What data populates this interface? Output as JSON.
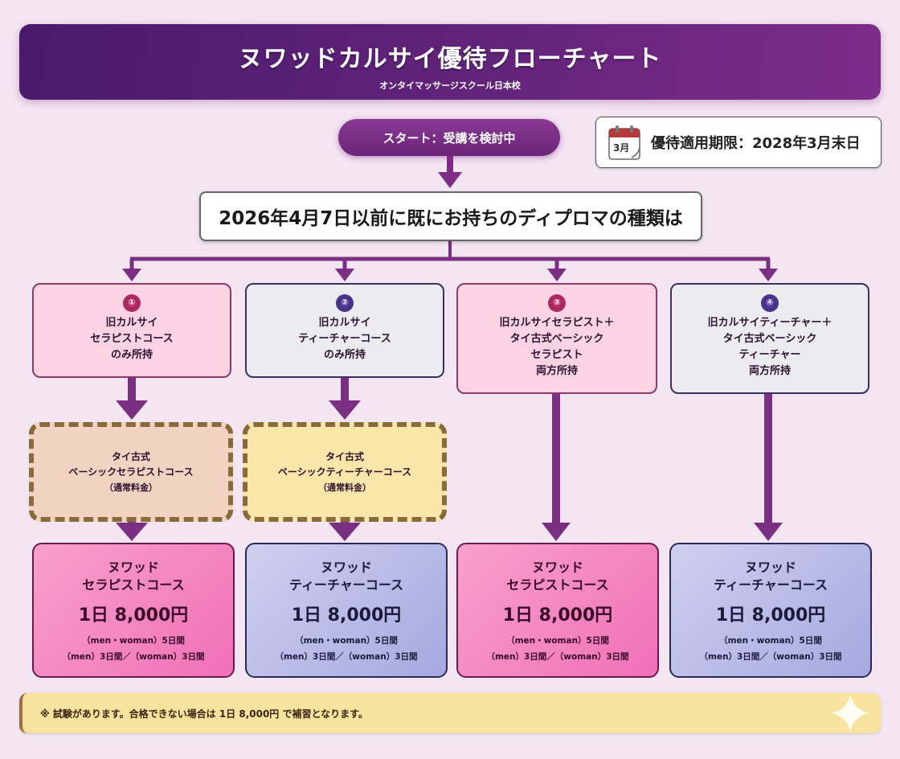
{
  "header": {
    "title": "ヌワッドカルサイ優待フローチャート",
    "subtitle": "オンタイマッサージスクール日本校"
  },
  "start": {
    "label": "スタート：受講を検討中"
  },
  "deadline": {
    "icon": "calendar-icon",
    "calendar_label": "3月",
    "text": "優待適用期限：2028年3月末日"
  },
  "question": {
    "text": "2026年4月7日以前に既にお持ちのディプロマの種類は"
  },
  "options": [
    {
      "badge": "①",
      "lines": [
        "旧カルサイ",
        "セラピストコース",
        "のみ所持"
      ]
    },
    {
      "badge": "②",
      "lines": [
        "旧カルサイ",
        "ティーチャーコース",
        "のみ所持"
      ]
    },
    {
      "badge": "③",
      "lines": [
        "旧カルサイセラピスト＋",
        "タイ古式ベーシック",
        "セラピスト",
        "両方所持"
      ]
    },
    {
      "badge": "④",
      "lines": [
        "旧カルサイティーチャー＋",
        "タイ古式ベーシック",
        "ティーチャー",
        "両方所持"
      ]
    }
  ],
  "basic_courses": [
    {
      "line1": "タイ古式",
      "line2": "ベーシックセラピストコース",
      "note": "（通常料金）"
    },
    {
      "line1": "タイ古式",
      "line2": "ベーシックティーチャーコース",
      "note": "（通常料金）"
    }
  ],
  "results": [
    {
      "line1": "ヌワッド",
      "line2": "セラピストコース",
      "price": "1日 8,000円",
      "dur1": "（men・woman）5日間",
      "dur2": "（men）3日間／（woman）3日間"
    },
    {
      "line1": "ヌワッド",
      "line2": "ティーチャーコース",
      "price": "1日 8,000円",
      "dur1": "（men・woman）5日間",
      "dur2": "（men）3日間／（woman）3日間"
    },
    {
      "line1": "ヌワッド",
      "line2": "セラピストコース",
      "price": "1日 8,000円",
      "dur1": "（men・woman）5日間",
      "dur2": "（men）3日間／（woman）3日間"
    },
    {
      "line1": "ヌワッド",
      "line2": "ティーチャーコース",
      "price": "1日 8,000円",
      "dur1": "（men・woman）5日間",
      "dur2": "（men）3日間／（woman）3日間"
    }
  ],
  "note": {
    "text": "※ 試験があります。合格できない場合は 1日 8,000円 で補習となります。",
    "icon": "sparkle-icon"
  },
  "colors": {
    "header_start": "#4a1a6a",
    "header_end": "#7d2c8a",
    "connector": "#7a2f82",
    "pink_card": "#fbd3e3",
    "gray_card": "#ecebf0",
    "therapist_result": "#f070b8",
    "teacher_result": "#a6a8e0",
    "basic_therapist": "#f2d2c0",
    "basic_teacher": "#fae6a8",
    "note_bg": "#f7e39e"
  }
}
